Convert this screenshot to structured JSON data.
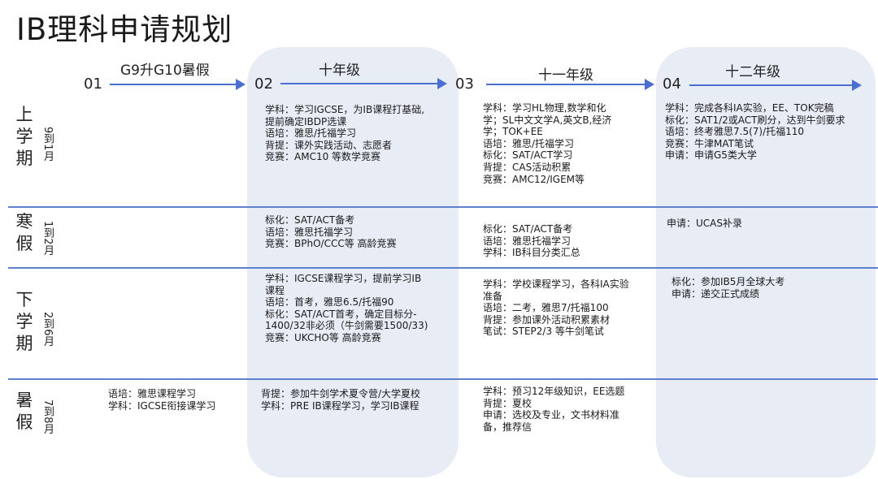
{
  "title": "IB理科申请规划",
  "columns": [
    {
      "num": "01",
      "label": "G9升G10暑假"
    },
    {
      "num": "02",
      "label": "十年级"
    },
    {
      "num": "03",
      "label": "十一年级"
    },
    {
      "num": "04",
      "label": "十二年级"
    }
  ],
  "rows": [
    {
      "term": [
        "上",
        "学",
        "期"
      ],
      "period": "9到1月"
    },
    {
      "term": [
        "寒",
        "假"
      ],
      "period": "1到2月"
    },
    {
      "term": [
        "下",
        "学",
        "期"
      ],
      "period": "2到6月"
    },
    {
      "term": [
        "暑",
        "假"
      ],
      "period": "7到8月"
    }
  ],
  "cells": {
    "r1c2": [
      "学科：学习IGCSE，为IB课程打基础,",
      "提前确定IBDP选课",
      "语培：雅思/托福学习",
      "背提：课外实践活动、志愿者",
      "竞赛：AMC10 等数学竞赛"
    ],
    "r1c3": [
      "学科：学习HL物理,数学和化",
      "学；SL中文文学A,英文B,经济",
      "学；TOK+EE",
      "语培：雅思/托福学习",
      "标化：SAT/ACT学习",
      "背提：CAS活动积累",
      "竞赛：AMC12/IGEM等"
    ],
    "r1c4": [
      "学科：完成各科IA实验，EE、TOK完稿",
      "标化：SAT1/2或ACT刷分，达到牛剑要求",
      "语培：终考雅思7.5(7)/托福110",
      "竞赛：牛津MAT笔试",
      "申请：申请G5类大学"
    ],
    "r2c2": [
      "标化：SAT/ACT备考",
      "语培：雅思托福学习",
      "竞赛：BPhO/CCC等 高龄竞赛"
    ],
    "r2c3": [
      "标化：SAT/ACT备考",
      "语培：雅思托福学习",
      "学科：IB科目分类汇总"
    ],
    "r2c4": [
      "申请：UCAS补录"
    ],
    "r3c2": [
      "学科：IGCSE课程学习，提前学习IB",
      "课程",
      "语培：首考，雅思6.5/托福90",
      "标化：SAT/ACT首考，确定目标分-",
      "1400/32非必须（牛剑需要1500/33)",
      "竞赛：UKCHO等 高龄竞赛"
    ],
    "r3c3": [
      "学科：学校课程学习，各科IA实验",
      "准备",
      "语培：二考，雅思7/托福100",
      "背提：参加课外活动积累素材",
      "笔试：STEP2/3 等牛剑笔试"
    ],
    "r3c4": [
      "标化：参加IB5月全球大考",
      "申请：递交正式成绩"
    ],
    "r4c1": [
      "语培：雅思课程学习",
      "学科：IGCSE衔接课学习"
    ],
    "r4c2": [
      "背提：参加牛剑学术夏令营/大学夏校",
      "学科：PRE IB课程学习，学习IB课程"
    ],
    "r4c3": [
      "学科：预习12年级知识，EE选题",
      "背提：夏校",
      "申请：选校及专业，文书材料准",
      "备，推荐信"
    ]
  },
  "colors": {
    "accent": "#4a6fd0",
    "column_bg": "#e7ecf5",
    "divider": "#5f80cc"
  }
}
